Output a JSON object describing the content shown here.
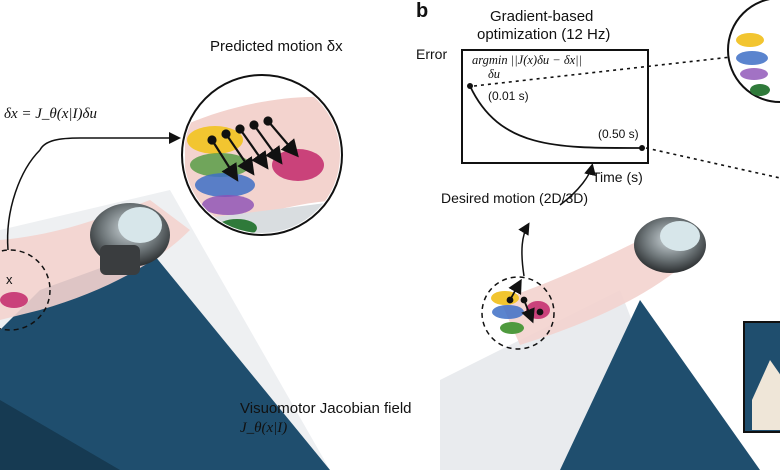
{
  "panels": {
    "b": "b"
  },
  "left": {
    "predicted_motion": "Predicted motion δx",
    "equation": "δx = J_θ(x|I)δu",
    "x_marker": "x",
    "field_title": "Visuomotor Jacobian field",
    "field_symbol": "J_θ(x|I)"
  },
  "right": {
    "opt_title_line1": "Gradient-based",
    "opt_title_line2": "optimization (12 Hz)",
    "y_axis": "Error",
    "x_axis": "Time (s)",
    "argmin_line1": "argmin ||J(x)δu − δx||",
    "argmin_line2": "δu",
    "t_start": "(0.01 s)",
    "t_end": "(0.50 s)",
    "desired_motion": "Desired motion (2D/3D)"
  },
  "colors": {
    "arrow": "#111111",
    "fin_yellow": "#f2c530",
    "fin_green": "#4f9a3e",
    "fin_blue": "#3d6fc6",
    "fin_magenta": "#c2286b",
    "skin_pink": "#f3cfc9",
    "ground_blue": "#1f4e6e",
    "ground_white": "#e9ecef"
  }
}
